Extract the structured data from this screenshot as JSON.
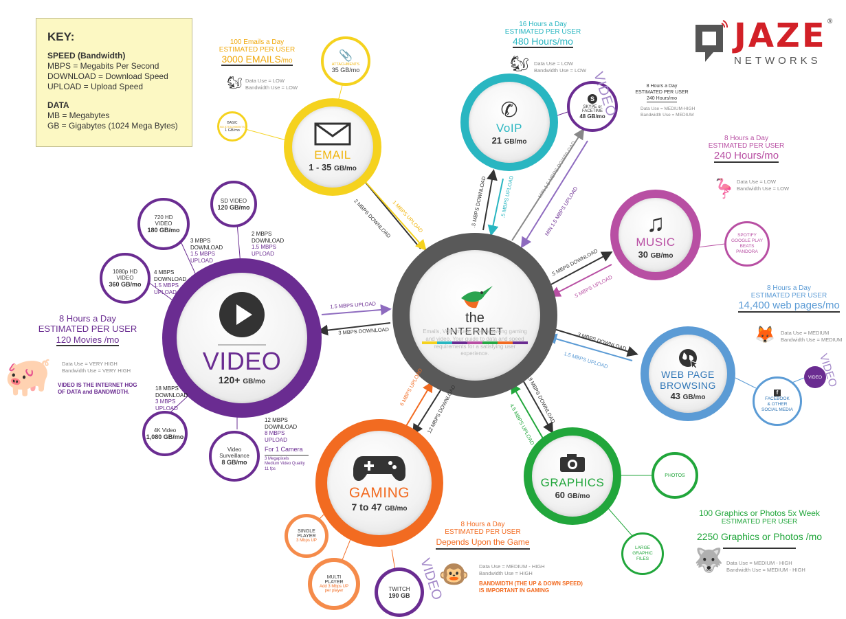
{
  "brand": {
    "name": "JAZE",
    "reg": "®",
    "tagline": "NETWORKS",
    "accent": "#d22027"
  },
  "key": {
    "heading": "KEY:",
    "speed_title": "SPEED (Bandwidth)",
    "speed_lines": [
      "MBPS = Megabits Per Second",
      "DOWNLOAD = Download Speed",
      "UPLOAD = Upload Speed"
    ],
    "data_title": "DATA",
    "data_lines": [
      "MB = Megabytes",
      "GB = Gigabytes (1024 Mega Bytes)"
    ]
  },
  "internet": {
    "the": "the",
    "title": "INTERNET",
    "desc": "Emails, VoIP, music, web browsing gaming and video. Your guide to data and speed requirements for a satisfying user experience.",
    "stripe_colors": [
      "#f5d21e",
      "#29b6c1",
      "#6a2c91",
      "#b84fa3",
      "#26a845",
      "#f26b21",
      "#6a2c91"
    ]
  },
  "email": {
    "title": "EMAIL",
    "value": "1 - 35",
    "unit": "GB/mo",
    "color": "#f5d21e",
    "per_day": "100 Emails a Day",
    "estimated": "ESTIMATED PER USER",
    "monthly": "3000 EMAILS",
    "monthly_unit": "/mo",
    "data_use": "Data Use = LOW",
    "bandwidth_use": "Bandwidth Use = LOW",
    "attachments": {
      "label": "ATTACHMENTS",
      "value": "35 GB/mo"
    },
    "basic": {
      "label1": "BASIC",
      "label2": "NO ATTACHMENTS",
      "value": "1 GB/mo"
    },
    "download": "2 MBPS DOWNLOAD",
    "upload": "1 MBPS UPLOAD"
  },
  "voip": {
    "title": "VoIP",
    "value": "21",
    "unit": "GB/mo",
    "color": "#29b6c1",
    "per_day": "16 Hours a Day",
    "estimated": "ESTIMATED PER USER",
    "monthly": "480 Hours/mo",
    "data_use": "Data Use = LOW",
    "bandwidth_use": "Bandwidth Use = LOW",
    "download": ".5 MBPS DOWNLOAD",
    "upload": ".5 MBPS UPLOAD",
    "skype": {
      "label1": "SKYPE or",
      "label2": "FACETIME",
      "value": "48 GB/mo"
    },
    "skype_per_day": "8 Hours a Day",
    "skype_estimated": "ESTIMATED PER USER",
    "skype_monthly": "240 Hours/mo",
    "skype_data_use": "Data Use = MEDIUM-HIGH",
    "skype_bandwidth_use": "Bandwidth Use = MEDIUM",
    "skype_download": "MIN 1.5 MBPS DOWNLOAD",
    "skype_upload": "MIN 1.5 MBPS UPLOAD",
    "video_tag": "VIDEO"
  },
  "music": {
    "title": "MUSIC",
    "value": "30",
    "unit": "GB/mo",
    "color": "#b84fa3",
    "per_day": "8 Hours a Day",
    "estimated": "ESTIMATED PER USER",
    "monthly": "240 Hours/mo",
    "data_use": "Data Use = LOW",
    "bandwidth_use": "Bandwidth Use =  LOW",
    "services": [
      "SPOTIFY",
      "GOOGLE PLAY",
      "BEATS",
      "PANDORA"
    ],
    "download": ".5 MBPS DOWNLOAD",
    "upload": ".5 MBPS UPLOAD"
  },
  "web": {
    "title1": "WEB PAGE",
    "title2": "BROWSING",
    "value": "43",
    "unit": "GB/mo",
    "color": "#5b9bd5",
    "per_day": "8 Hours a Day",
    "estimated": "ESTIMATED PER USER",
    "monthly": "14,400 web pages/mo",
    "data_use": "Data Use =  MEDIUM",
    "bandwidth_use": "Bandwidth Use = MEDIUM",
    "download": "3 MBPS DOWNLOAD",
    "upload": "1.5 MBPS UPLOAD",
    "social": [
      "FACEBOOK",
      "& OTHER",
      "SOCIAL MEDIA"
    ],
    "video_badge": "VIDEO",
    "video_tag": "VIDEO"
  },
  "graphics": {
    "title": "GRAPHICS",
    "value": "60",
    "unit": "GB/mo",
    "color": "#21a63b",
    "photos": "PHOTOS",
    "large": [
      "LARGE",
      "GRAPHIC",
      "FILES"
    ],
    "per_week": "100 Graphics or Photos 5x Week",
    "estimated": "ESTIMATED PER USER",
    "monthly": "2250 Graphics or Photos /mo",
    "data_use": "Data Use = MEDIUM - HIGH",
    "bandwidth_use": "Bandwidth Use = MEDIUM - HIGH",
    "download": "9 MBPS DOWNLOAD",
    "upload": "4.5 MBPS UPLOAD"
  },
  "gaming": {
    "title": "GAMING",
    "value": "7 to 47",
    "unit": "GB/mo",
    "color": "#f26b21",
    "single": {
      "label1": "SINGLE",
      "label2": "PLAYER",
      "speed": "3 Mbps UP"
    },
    "multi": {
      "label1": "MULTI",
      "label2": "PLAYER",
      "speed1": "Add 3 Mbps UP",
      "speed2": "per player"
    },
    "twitch": {
      "label": "TWITCH",
      "value": "190 GB"
    },
    "per_day": "8 Hours a Day",
    "estimated": "ESTIMATED PER USER",
    "monthly": "Depends Upon the Game",
    "data_use": "Data Use =  MEDIUM - HIGH",
    "bandwidth_use": "Bandwidth Use = HIGH",
    "warning": [
      "BANDWIDTH (THE UP & DOWN SPEED)",
      "IS IMPORTANT IN GAMING"
    ],
    "download": "12 MBPS DOWNLOAD",
    "upload": "6 MBPS UPLOAD",
    "video_tag": "VIDEO"
  },
  "video": {
    "title": "VIDEO",
    "value": "120+",
    "unit": "GB/mo",
    "color": "#6a2c91",
    "per_day": "8 Hours a Day",
    "estimated": "ESTIMATED PER USER",
    "monthly": "120 Movies /mo",
    "data_use": "Data Use = VERY HIGH",
    "bandwidth_use": "Bandwidth Use = VERY HIGH",
    "hog": [
      "VIDEO IS THE INTERNET HOG",
      "OF DATA and BANDWIDTH."
    ],
    "download": "3 MBPS DOWNLOAD",
    "upload": "1.5 MBPS UPLOAD",
    "sd": {
      "label": "SD VIDEO",
      "value": "120 GB/mo",
      "dl": [
        "2 MBPS",
        "DOWNLOAD"
      ],
      "ul": [
        "1.5 MBPS",
        "UPLOAD"
      ]
    },
    "hd720": {
      "label1": "720 HD",
      "label2": "VIDEO",
      "value": "180 GB/mo",
      "dl": [
        "3 MBPS",
        "DOWNLOAD"
      ],
      "ul": [
        "1.5 MBPS",
        "UPLOAD"
      ]
    },
    "hd1080": {
      "label1": "1080p HD",
      "label2": "VIDEO",
      "value": "360 GB/mo",
      "dl": [
        "4 MBPS",
        "DOWNLOAD"
      ],
      "ul": [
        "1.5 MBPS",
        "UPLOAD"
      ]
    },
    "k4": {
      "label": "4K Video",
      "value": "1,080 GB/mo",
      "dl": [
        "18 MBPS",
        "DOWNLOAD"
      ],
      "ul": [
        "3 MBPS",
        "UPLOAD"
      ]
    },
    "surv": {
      "label1": "Video",
      "label2": "Surveillance",
      "value": "8 GB/mo",
      "dl": [
        "12 MBPS",
        "DOWNLOAD"
      ],
      "ul": [
        "8 MBPS",
        "UPLOAD"
      ],
      "camera": "For 1 Camera",
      "spec": [
        "3 Megapixels",
        "Medium Video Quality",
        "11 fps"
      ]
    }
  }
}
